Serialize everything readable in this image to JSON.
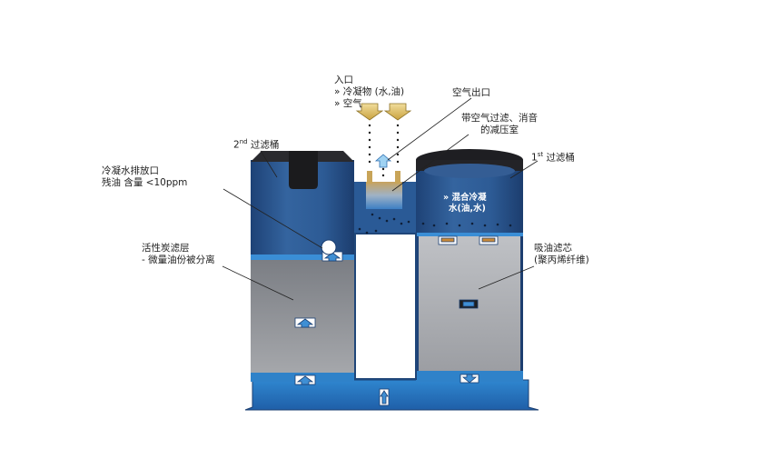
{
  "labels": {
    "inlet": [
      "入口",
      "» 冷凝物 (水,油)",
      "» 空气"
    ],
    "air_outlet": "空气出口",
    "expansion_chamber": [
      "带空气过滤、消音",
      "的减压室"
    ],
    "second_filter": {
      "ordinal": "2",
      "suffix": "nd",
      "text": "过滤桶"
    },
    "first_filter": {
      "ordinal": "1",
      "suffix": "st",
      "text": "过滤桶"
    },
    "water_outlet": [
      "冷凝水排放口",
      "残油 含量 <10ppm"
    ],
    "mixture": [
      "» 混合冷凝",
      "水(油,水)"
    ],
    "carbon_layer": [
      "活性炭滤层",
      "- 微量油份被分离"
    ],
    "oil_filter": [
      "吸油滤芯",
      "(聚丙烯纤维)"
    ]
  },
  "colors": {
    "tank_blue": "#2f5f9e",
    "tank_dark": "#1f4679",
    "water_blue": "#2f82c9",
    "filter_gray": "#8d8f94",
    "arrow_gold": "#e0c060"
  }
}
